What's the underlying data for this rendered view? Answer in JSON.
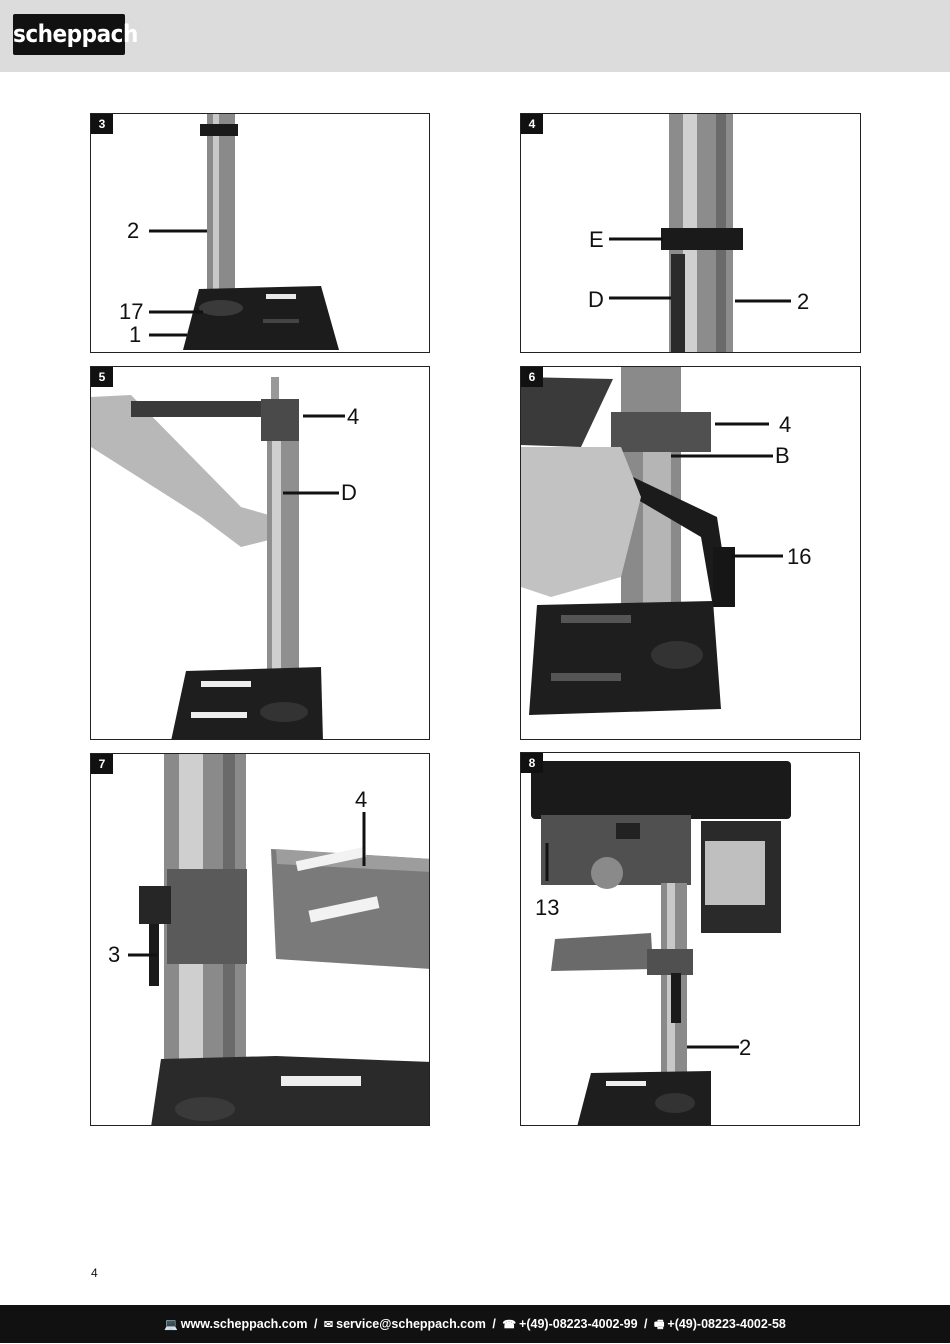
{
  "header": {
    "logo_text": "scheppach"
  },
  "figures": [
    {
      "number": "3",
      "callouts": [
        "2",
        "17",
        "1"
      ]
    },
    {
      "number": "4",
      "callouts": [
        "E",
        "D",
        "2"
      ]
    },
    {
      "number": "5",
      "callouts": [
        "4",
        "D"
      ]
    },
    {
      "number": "6",
      "callouts": [
        "4",
        "B",
        "16"
      ]
    },
    {
      "number": "7",
      "callouts": [
        "4",
        "3"
      ]
    },
    {
      "number": "8",
      "callouts": [
        "13",
        "2"
      ]
    }
  ],
  "page_number": "4",
  "footer": {
    "website": "www.scheppach.com",
    "email": "service@scheppach.com",
    "phone": "+(49)-08223-4002-99",
    "fax": "+(49)-08223-4002-58",
    "separator": "/"
  }
}
